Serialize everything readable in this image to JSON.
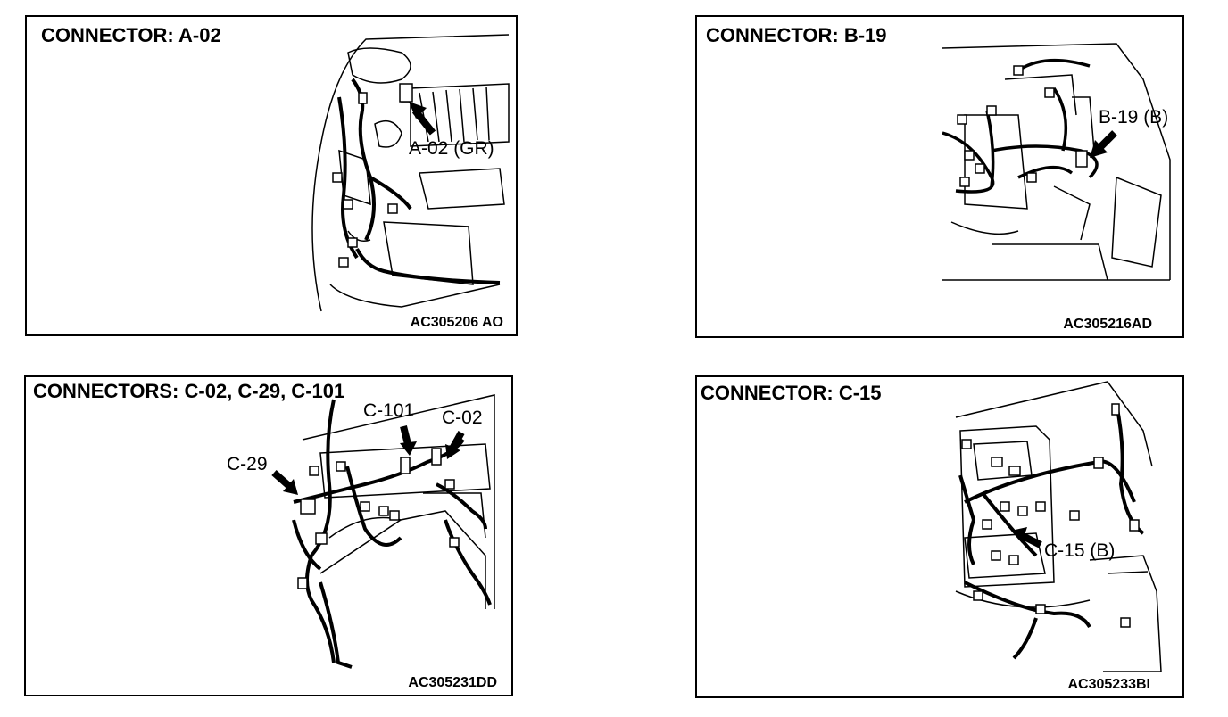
{
  "panels": [
    {
      "title": "CONNECTOR: A-02",
      "code": "AC305206 AO",
      "callouts": [
        "A-02 (GR)"
      ]
    },
    {
      "title": "CONNECTOR: B-19",
      "code": "AC305216AD",
      "callouts": [
        "B-19 (B)"
      ]
    },
    {
      "title": "CONNECTORS: C-02, C-29, C-101",
      "code": "AC305231DD",
      "callouts": [
        "C-101",
        "C-02",
        "C-29"
      ]
    },
    {
      "title": "CONNECTOR: C-15",
      "code": "AC305233BI",
      "callouts": [
        "C-15 (B)"
      ]
    }
  ],
  "icons": {
    "arrow": "pointer-arrow-icon"
  }
}
